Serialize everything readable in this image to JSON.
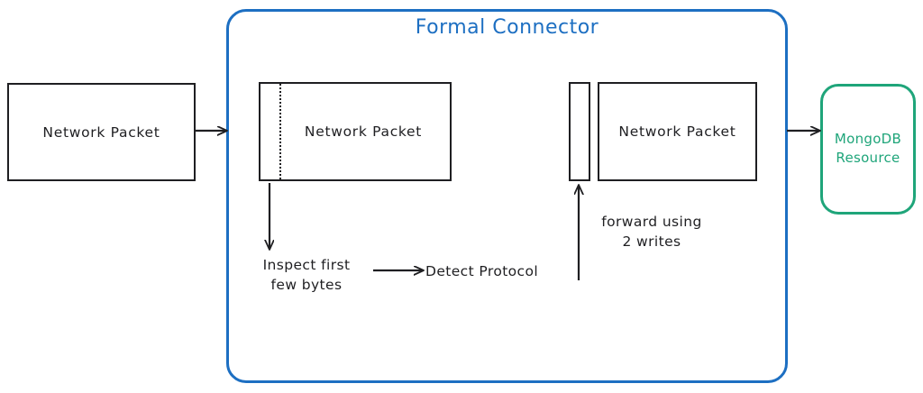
{
  "diagram": {
    "title": "Formal Connector",
    "accent_blue": "#1d6fc2",
    "accent_green": "#1fa57a",
    "stroke_dark": "#1f1f22",
    "background": "#ffffff"
  },
  "nodes": {
    "incoming_packet": {
      "label": "Network Packet"
    },
    "inspected_packet": {
      "label": "Network Packet"
    },
    "forwarded_packet": {
      "label": "Network Packet"
    },
    "prefix_chunk": {
      "label": ""
    },
    "resource": {
      "line1": "MongoDB",
      "line2": "Resource"
    }
  },
  "annotations": {
    "inspect": "Inspect first\nfew bytes",
    "inspect_line1": "Inspect first",
    "inspect_line2": "few bytes",
    "detect": "Detect Protocol",
    "forward_line1": "forward using",
    "forward_line2": "2 writes"
  },
  "edges": [
    {
      "name": "packet-into-connector",
      "from": "incoming_packet",
      "to": "inspected_packet",
      "direction": "right"
    },
    {
      "name": "packet-to-inspect",
      "from": "inspected_packet",
      "to": "inspect",
      "direction": "down"
    },
    {
      "name": "inspect-to-detect",
      "from": "inspect",
      "to": "detect",
      "direction": "right"
    },
    {
      "name": "detect-to-forward",
      "from": "detect",
      "to": "prefix_chunk",
      "direction": "up",
      "label": "forward using 2 writes"
    },
    {
      "name": "connector-to-resource",
      "from": "forwarded_packet",
      "to": "resource",
      "direction": "right"
    }
  ]
}
